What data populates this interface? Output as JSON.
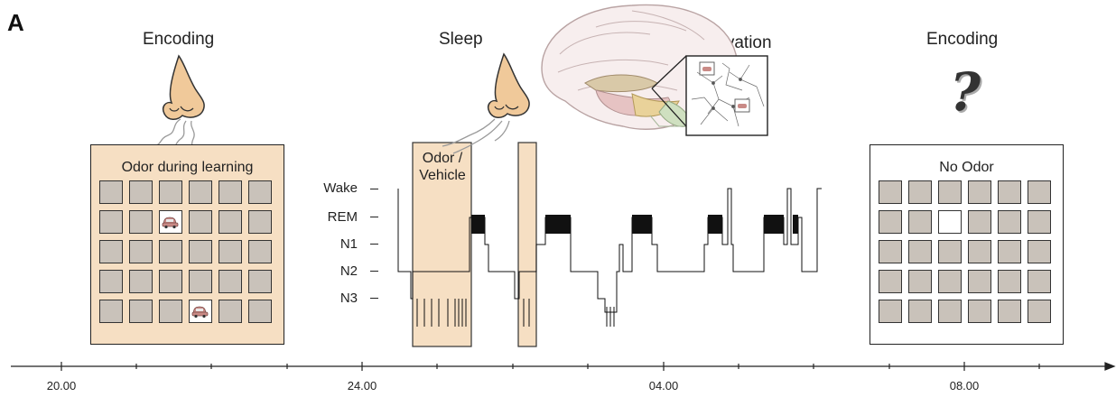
{
  "panel_letter": "A",
  "headings": {
    "encoding_left": "Encoding",
    "sleep": "Sleep",
    "reactivation": "Reactivation",
    "encoding_right": "Encoding"
  },
  "left_grid": {
    "title": "Odor during learning",
    "fill": "#f6dfc3"
  },
  "right_grid": {
    "title": "No Odor",
    "fill": "#ffffff"
  },
  "odor_box": {
    "label_line1": "Odor /",
    "label_line2": "Vehicle",
    "fill": "#f6dfc3"
  },
  "question_mark": "?",
  "hypnogram": {
    "stages": [
      "Wake",
      "REM",
      "N1",
      "N2",
      "N3"
    ]
  },
  "time_axis": {
    "labels": [
      "20.00",
      "24.00",
      "04.00",
      "08.00"
    ]
  },
  "colors": {
    "skin": "#f0c99a",
    "skin_dark": "#d9a56e",
    "odor_fill": "#f6dfc3",
    "cell_gray": "#c9c2ba",
    "rem_black": "#111111"
  },
  "icons": [
    "nose-icon",
    "odor-wave-icon",
    "car-icon",
    "brain-icon",
    "neuron-inset-icon"
  ]
}
